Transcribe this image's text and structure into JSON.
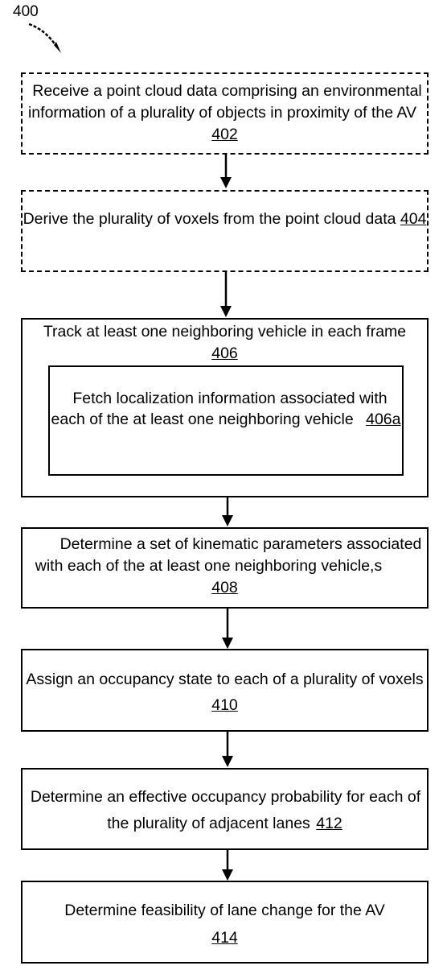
{
  "figure": {
    "label": "400"
  },
  "steps": {
    "s402": {
      "text": "Receive a point cloud data comprising an environmental information of a plurality of objects in proximity of the AV",
      "ref": "402"
    },
    "s404": {
      "text": "Derive the plurality of voxels from the point cloud data",
      "ref": "404"
    },
    "s406": {
      "text": "Track at least one neighboring vehicle in each frame",
      "ref": "406"
    },
    "s406a": {
      "text": "Fetch localization information associated with each of the at least one neighboring vehicle",
      "ref": "406a"
    },
    "s408": {
      "text": "Determine a set of kinematic parameters associated with each of the at least one neighboring vehicle,s",
      "ref": "408"
    },
    "s410": {
      "text": "Assign an occupancy state to each of a plurality of voxels",
      "ref": "410"
    },
    "s412": {
      "text": "Determine an effective occupancy probability for each of the plurality of adjacent lanes",
      "ref": "412"
    },
    "s414": {
      "text": "Determine feasibility of lane change for the AV",
      "ref": "414"
    }
  }
}
